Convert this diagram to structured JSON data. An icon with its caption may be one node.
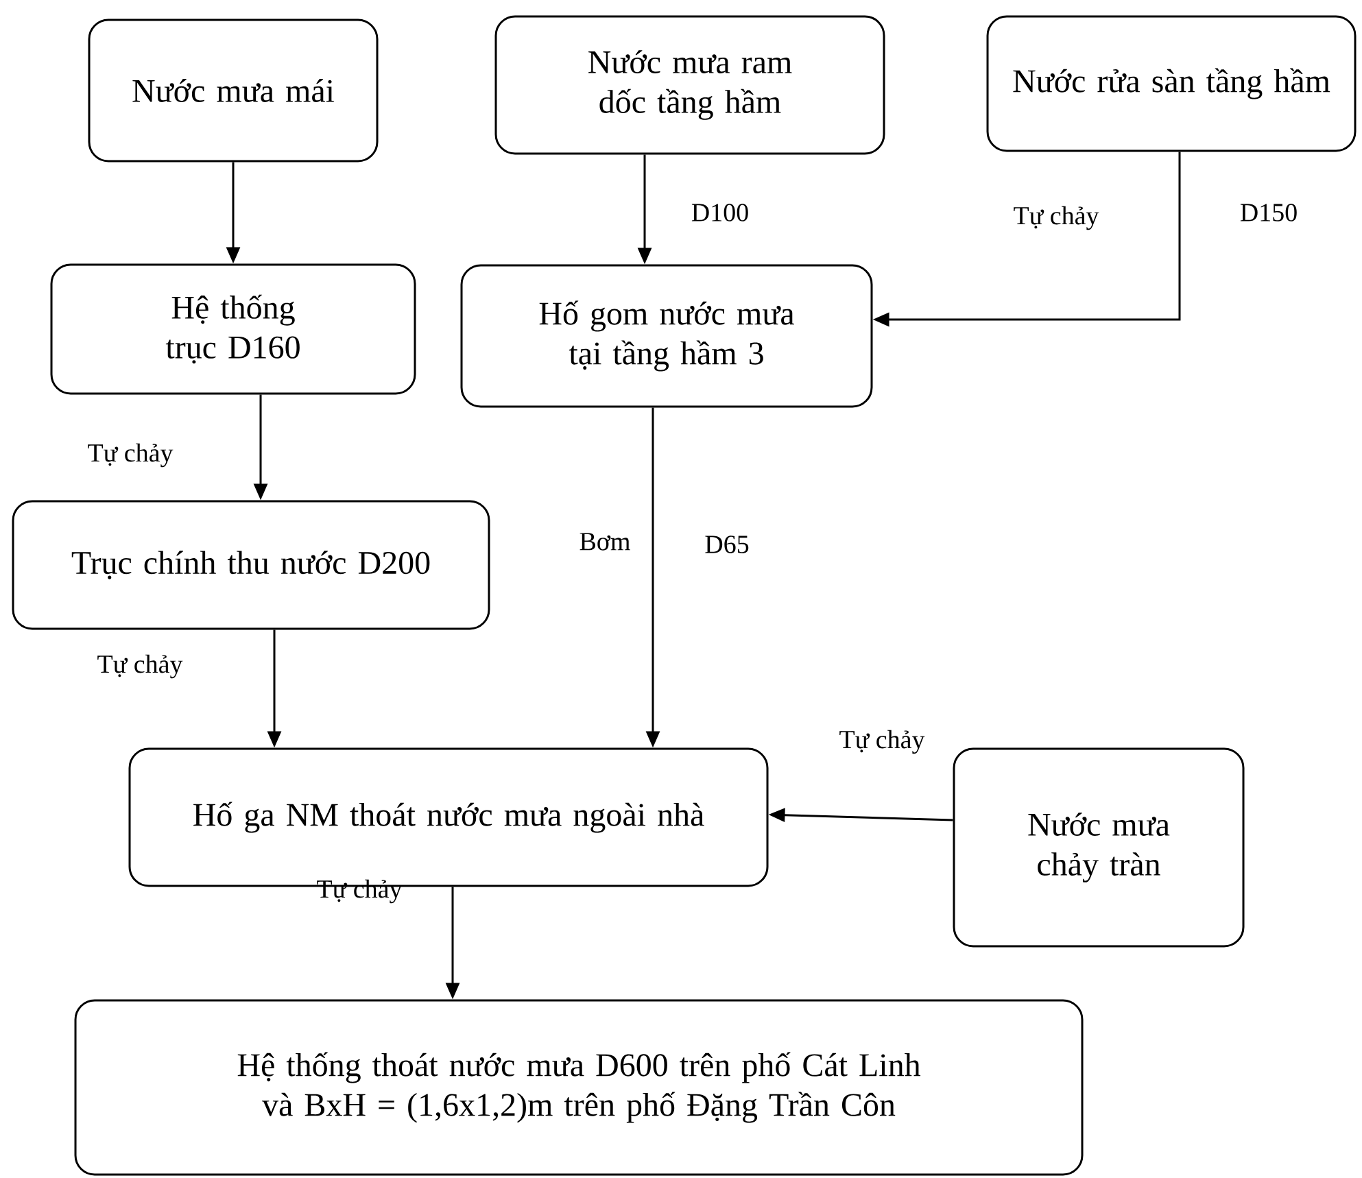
{
  "diagram": {
    "nodes": [
      {
        "text": [
          "Nước mưa mái"
        ]
      },
      {
        "text": [
          "Nước mưa ram dốc tầng hầm"
        ]
      },
      {
        "text": [
          "Nước rửa sàn tầng hầm"
        ]
      },
      {
        "text": [
          "Hệ thống trục D160"
        ]
      },
      {
        "text": [
          "Hố gom nước mưa tại tầng hầm 3"
        ]
      },
      {
        "text": [
          "Trục chính thu nước D200"
        ]
      },
      {
        "text": [
          "Hố ga NM thoát nước mưa ngoài nhà"
        ]
      },
      {
        "text": [
          "Nước mưa chảy tràn"
        ]
      },
      {
        "text": [
          "Hệ thống thoát nước mưa D600 trên phố Cát Linh và BxH = (1,6x1,2)m trên phố Đặng Trần Côn"
        ]
      }
    ],
    "edges": [
      {
        "from": 0,
        "to": 3,
        "arrow": "to"
      },
      {
        "from": 1,
        "to": 4,
        "arrow": "to",
        "label": "D100"
      },
      {
        "from": 2,
        "to": 4,
        "arrow": "to",
        "label": "D150"
      },
      {
        "from": 3,
        "to": 5,
        "arrow": "to",
        "label": "Tự chảy"
      },
      {
        "from": 4,
        "to": 6,
        "arrow": "to",
        "label": "D65"
      },
      {
        "from": 5,
        "to": 6,
        "arrow": "to",
        "label": "Tự chảy"
      },
      {
        "from": 7,
        "to": 6,
        "arrow": "to",
        "label": "Tự chảy"
      },
      {
        "from": 6,
        "to": 8,
        "arrow": "to",
        "label": "Tự chảy"
      }
    ],
    "labels": [
      "Tự chảy",
      "Bơm"
    ]
  }
}
